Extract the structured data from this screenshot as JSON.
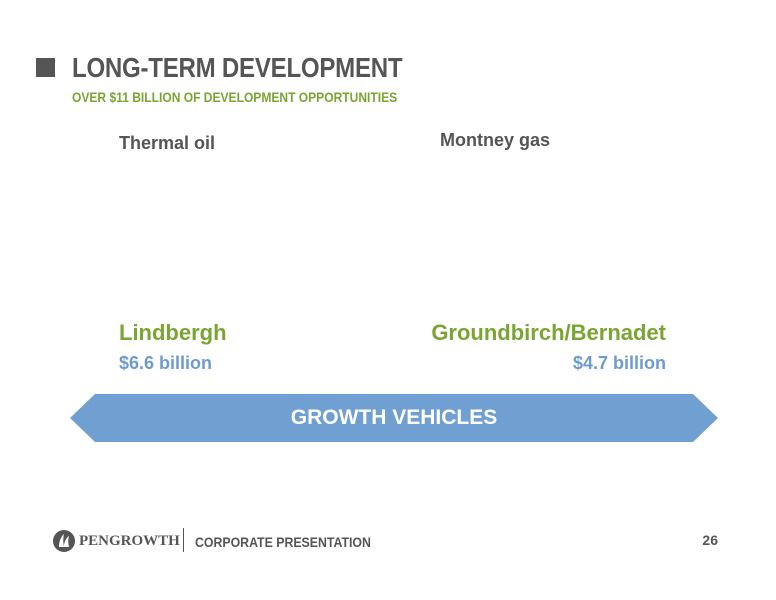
{
  "header": {
    "title": "LONG-TERM DEVELOPMENT",
    "subtitle": "OVER $11 BILLION OF DEVELOPMENT OPPORTUNITIES"
  },
  "left": {
    "category": "Thermal oil",
    "project": "Lindbergh",
    "value": "$6.6 billion"
  },
  "right": {
    "category": "Montney gas",
    "project": "Groundbirch/Bernadet",
    "value": "$4.7 billion"
  },
  "banner": {
    "label": "GROWTH VEHICLES"
  },
  "footer": {
    "brand": "PENGROWTH",
    "section": "CORPORATE PRESENTATION",
    "page_number": "26"
  },
  "colors": {
    "title_gray": "#555555",
    "accent_green": "#7aa532",
    "accent_blue": "#6e9bcc",
    "banner_blue": "#709fd1"
  },
  "icons": [
    "title-square-icon",
    "pengrowth-logo-icon"
  ]
}
